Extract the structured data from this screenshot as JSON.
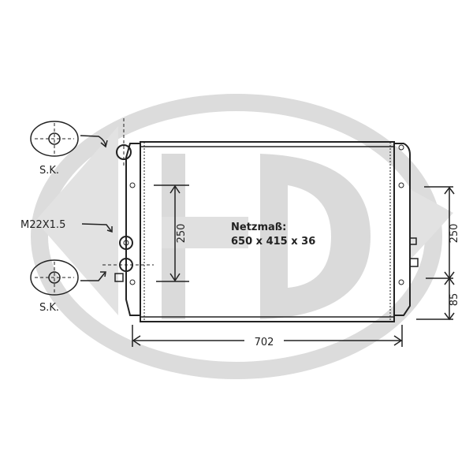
{
  "drawing": {
    "sk_top": "S.K.",
    "sk_bottom": "S.K.",
    "thread": "M22X1.5",
    "core_label": "Netzmaß:",
    "core_dims": "650 x 415 x 36",
    "dim_left_250": "250",
    "dim_right_250": "250",
    "dim_right_85": "85",
    "dim_width": "702"
  },
  "watermark": {
    "logo": "HD",
    "color": "#d9d9d9"
  },
  "colors": {
    "line": "#222222",
    "watermark": "#d9d9d9"
  }
}
